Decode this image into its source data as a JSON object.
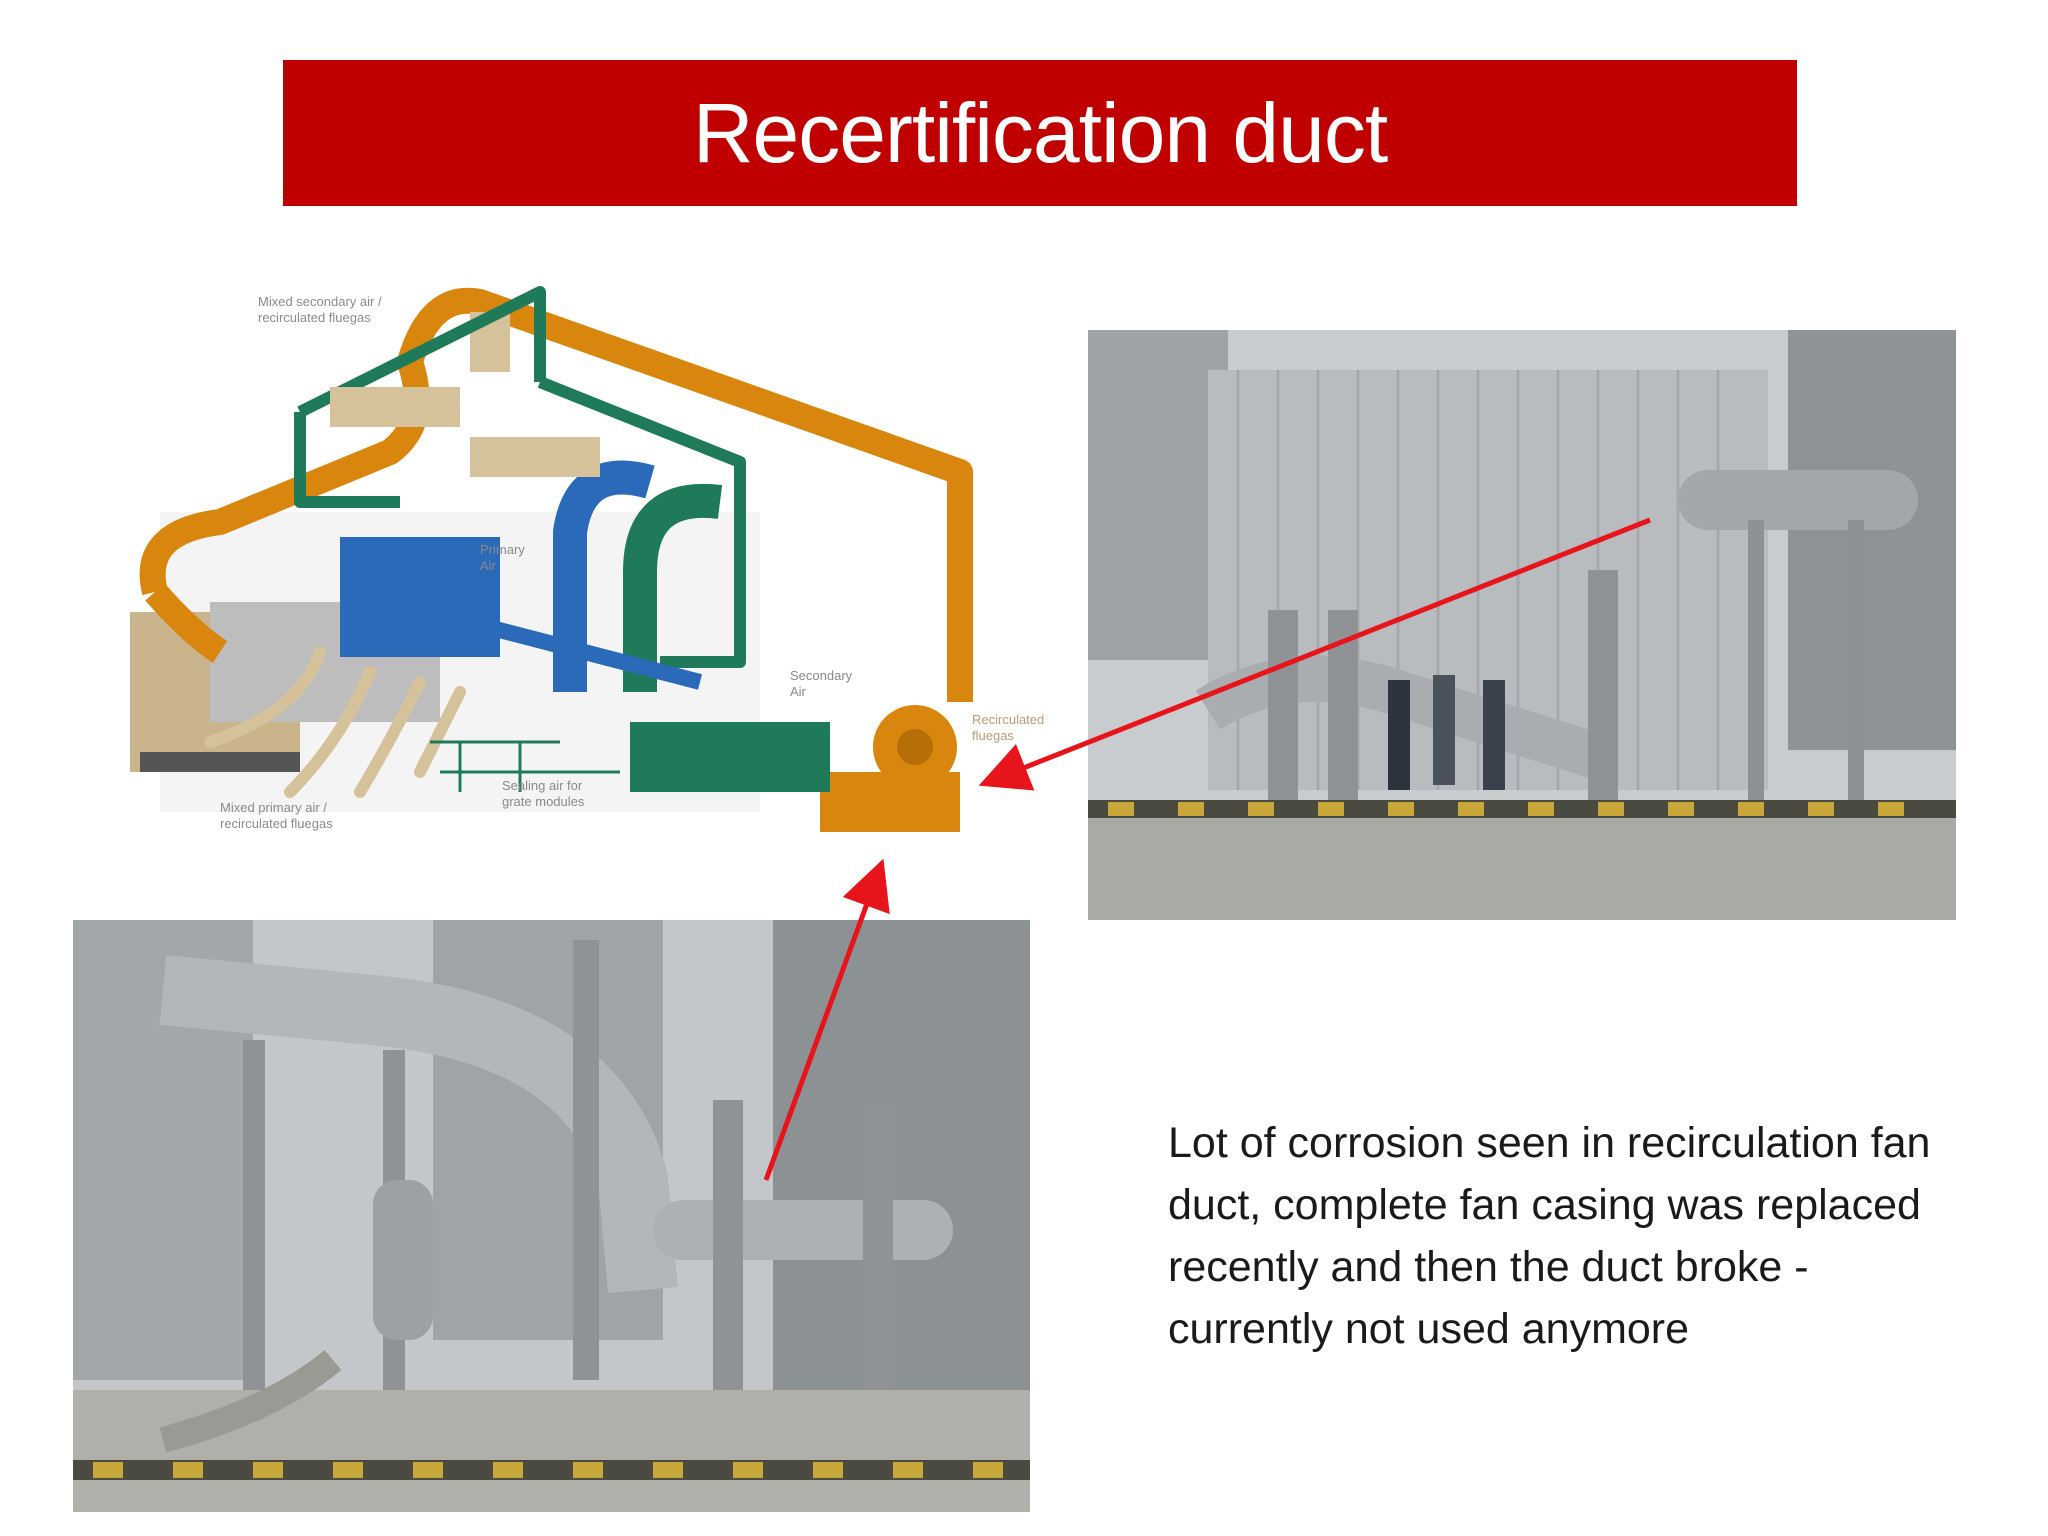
{
  "slide": {
    "title": "Recertification duct",
    "caption": "Lot of corrosion seen in recirculation fan duct, complete fan casing was replaced recently and then the duct broke - currently not used anymore"
  },
  "diagram": {
    "labels": {
      "mixed_secondary_l1": "Mixed secondary air /",
      "mixed_secondary_l2": "recirculated fluegas",
      "primary_l1": "Primary",
      "primary_l2": "Air",
      "secondary_l1": "Secondary",
      "secondary_l2": "Air",
      "recirculated_l1": "Recirculated",
      "recirculated_l2": "fluegas",
      "sealing_l1": "Sealing air for",
      "sealing_l2": "grate modules",
      "mixed_primary_l1": "Mixed primary air /",
      "mixed_primary_l2": "recirculated fluegas"
    }
  },
  "colors": {
    "title_bar": "#c00000",
    "title_text": "#ffffff",
    "arrow": "#e8141c",
    "duct_orange": "#d9860f",
    "duct_green": "#1f7a5a",
    "duct_blue": "#2a6ab8",
    "duct_tan": "#d6c29a"
  }
}
